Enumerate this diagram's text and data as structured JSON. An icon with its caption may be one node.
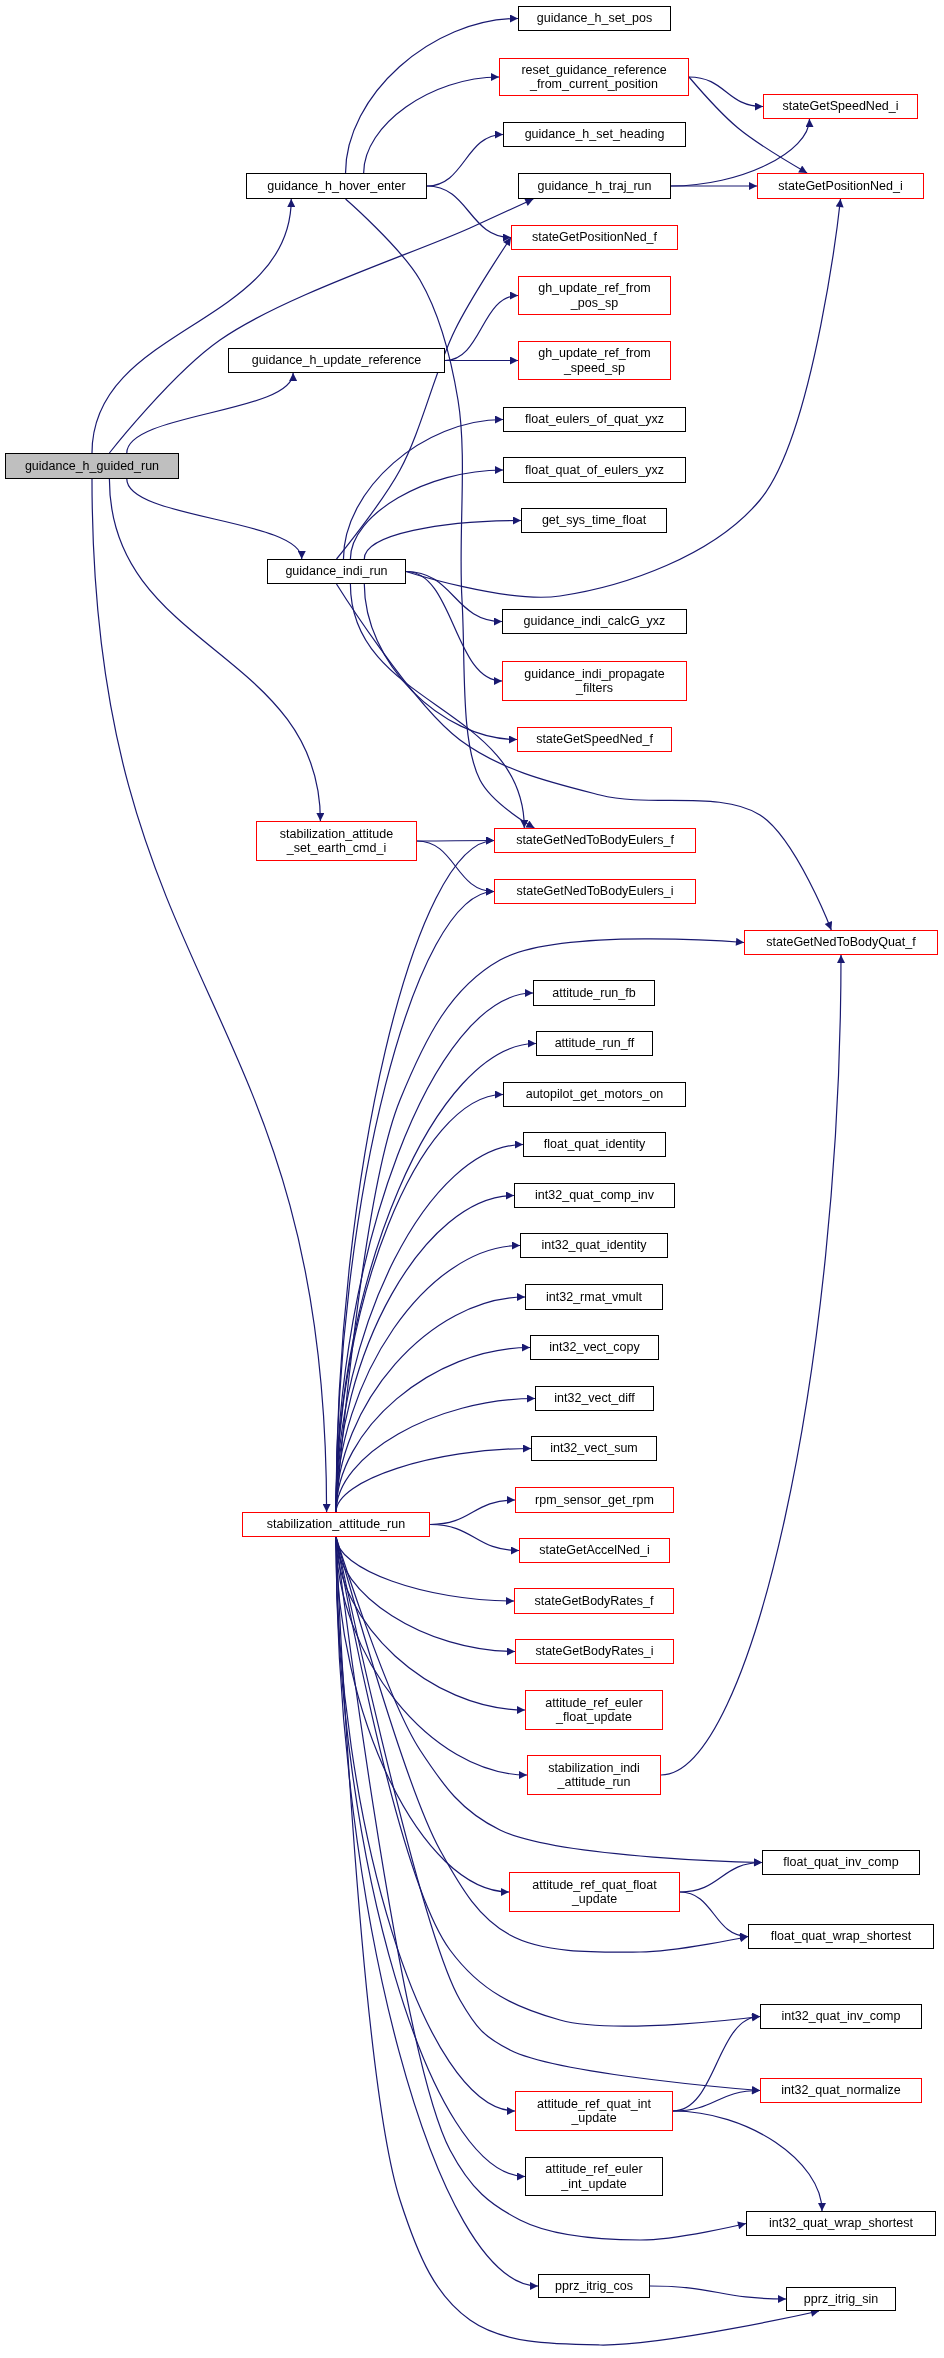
{
  "diagram": {
    "nodes": [
      {
        "text": [
          "guidance_h_guided_run"
        ]
      },
      {
        "text": [
          "guidance_h_hover_enter"
        ]
      },
      {
        "text": [
          "guidance_h_update_reference"
        ]
      },
      {
        "text": [
          "guidance_indi_run"
        ]
      },
      {
        "text": [
          "stabilization_attitude _set_earth_cmd_i"
        ]
      },
      {
        "text": [
          "stabilization_attitude_run"
        ]
      },
      {
        "text": [
          "guidance_h_set_pos"
        ]
      },
      {
        "text": [
          "reset_guidance_reference _from_current_position"
        ]
      },
      {
        "text": [
          "guidance_h_set_heading"
        ]
      },
      {
        "text": [
          "guidance_h_traj_run"
        ]
      },
      {
        "text": [
          "stateGetPositionNed_f"
        ]
      },
      {
        "text": [
          "gh_update_ref_from _pos_sp"
        ]
      },
      {
        "text": [
          "gh_update_ref_from _speed_sp"
        ]
      },
      {
        "text": [
          "float_eulers_of_quat_yxz"
        ]
      },
      {
        "text": [
          "float_quat_of_eulers_yxz"
        ]
      },
      {
        "text": [
          "get_sys_time_float"
        ]
      },
      {
        "text": [
          "guidance_indi_calcG_yxz"
        ]
      },
      {
        "text": [
          "guidance_indi_propagate _filters"
        ]
      },
      {
        "text": [
          "stateGetSpeedNed_f"
        ]
      },
      {
        "text": [
          "stateGetNedToBodyEulers_f"
        ]
      },
      {
        "text": [
          "stateGetNedToBodyEulers_i"
        ]
      },
      {
        "text": [
          "attitude_run_fb"
        ]
      },
      {
        "text": [
          "attitude_run_ff"
        ]
      },
      {
        "text": [
          "autopilot_get_motors_on"
        ]
      },
      {
        "text": [
          "float_quat_identity"
        ]
      },
      {
        "text": [
          "int32_quat_comp_inv"
        ]
      },
      {
        "text": [
          "int32_quat_identity"
        ]
      },
      {
        "text": [
          "int32_rmat_vmult"
        ]
      },
      {
        "text": [
          "int32_vect_copy"
        ]
      },
      {
        "text": [
          "int32_vect_diff"
        ]
      },
      {
        "text": [
          "int32_vect_sum"
        ]
      },
      {
        "text": [
          "rpm_sensor_get_rpm"
        ]
      },
      {
        "text": [
          "stateGetAccelNed_i"
        ]
      },
      {
        "text": [
          "stateGetBodyRates_f"
        ]
      },
      {
        "text": [
          "stateGetBodyRates_i"
        ]
      },
      {
        "text": [
          "attitude_ref_euler _float_update"
        ]
      },
      {
        "text": [
          "stabilization_indi _attitude_run"
        ]
      },
      {
        "text": [
          "attitude_ref_quat_float _update"
        ]
      },
      {
        "text": [
          "attitude_ref_quat_int _update"
        ]
      },
      {
        "text": [
          "attitude_ref_euler _int_update"
        ]
      },
      {
        "text": [
          "pprz_itrig_cos"
        ]
      },
      {
        "text": [
          "stateGetSpeedNed_i"
        ]
      },
      {
        "text": [
          "stateGetPositionNed_i"
        ]
      },
      {
        "text": [
          "stateGetNedToBodyQuat_f"
        ]
      },
      {
        "text": [
          "float_quat_inv_comp"
        ]
      },
      {
        "text": [
          "float_quat_wrap_shortest"
        ]
      },
      {
        "text": [
          "int32_quat_inv_comp"
        ]
      },
      {
        "text": [
          "int32_quat_normalize"
        ]
      },
      {
        "text": [
          "int32_quat_wrap_shortest"
        ]
      },
      {
        "text": [
          "pprz_itrig_sin"
        ]
      }
    ],
    "edges": [
      {
        "from": 0,
        "to": 1,
        "arrow": "to"
      },
      {
        "from": 0,
        "to": 9,
        "arrow": "to"
      },
      {
        "from": 0,
        "to": 2,
        "arrow": "to"
      },
      {
        "from": 0,
        "to": 3,
        "arrow": "to"
      },
      {
        "from": 0,
        "to": 4,
        "arrow": "to"
      },
      {
        "from": 0,
        "to": 5,
        "arrow": "to"
      },
      {
        "from": 1,
        "to": 6,
        "arrow": "to"
      },
      {
        "from": 1,
        "to": 7,
        "arrow": "to"
      },
      {
        "from": 1,
        "to": 8,
        "arrow": "to"
      },
      {
        "from": 1,
        "to": 10,
        "arrow": "to"
      },
      {
        "from": 1,
        "to": 19,
        "arrow": "to"
      },
      {
        "from": 7,
        "to": 41,
        "arrow": "to"
      },
      {
        "from": 7,
        "to": 42,
        "arrow": "to"
      },
      {
        "from": 9,
        "to": 41,
        "arrow": "to"
      },
      {
        "from": 9,
        "to": 42,
        "arrow": "to"
      },
      {
        "from": 2,
        "to": 11,
        "arrow": "to"
      },
      {
        "from": 2,
        "to": 12,
        "arrow": "to"
      },
      {
        "from": 3,
        "to": 10,
        "arrow": "to"
      },
      {
        "from": 3,
        "to": 13,
        "arrow": "to"
      },
      {
        "from": 3,
        "to": 14,
        "arrow": "to"
      },
      {
        "from": 3,
        "to": 15,
        "arrow": "to"
      },
      {
        "from": 3,
        "to": 42,
        "arrow": "to"
      },
      {
        "from": 3,
        "to": 16,
        "arrow": "to"
      },
      {
        "from": 3,
        "to": 17,
        "arrow": "to"
      },
      {
        "from": 3,
        "to": 18,
        "arrow": "to"
      },
      {
        "from": 3,
        "to": 19,
        "arrow": "to"
      },
      {
        "from": 3,
        "to": 43,
        "arrow": "to"
      },
      {
        "from": 4,
        "to": 19,
        "arrow": "to"
      },
      {
        "from": 4,
        "to": 20,
        "arrow": "to"
      },
      {
        "from": 5,
        "to": 19,
        "arrow": "to"
      },
      {
        "from": 5,
        "to": 20,
        "arrow": "to"
      },
      {
        "from": 5,
        "to": 43,
        "arrow": "to"
      },
      {
        "from": 5,
        "to": 21,
        "arrow": "to"
      },
      {
        "from": 5,
        "to": 22,
        "arrow": "to"
      },
      {
        "from": 5,
        "to": 23,
        "arrow": "to"
      },
      {
        "from": 5,
        "to": 24,
        "arrow": "to"
      },
      {
        "from": 5,
        "to": 25,
        "arrow": "to"
      },
      {
        "from": 5,
        "to": 26,
        "arrow": "to"
      },
      {
        "from": 5,
        "to": 27,
        "arrow": "to"
      },
      {
        "from": 5,
        "to": 28,
        "arrow": "to"
      },
      {
        "from": 5,
        "to": 29,
        "arrow": "to"
      },
      {
        "from": 5,
        "to": 30,
        "arrow": "to"
      },
      {
        "from": 5,
        "to": 31,
        "arrow": "to"
      },
      {
        "from": 5,
        "to": 32,
        "arrow": "to"
      },
      {
        "from": 5,
        "to": 33,
        "arrow": "to"
      },
      {
        "from": 5,
        "to": 34,
        "arrow": "to"
      },
      {
        "from": 5,
        "to": 35,
        "arrow": "to"
      },
      {
        "from": 5,
        "to": 36,
        "arrow": "to"
      },
      {
        "from": 5,
        "to": 44,
        "arrow": "to"
      },
      {
        "from": 5,
        "to": 37,
        "arrow": "to"
      },
      {
        "from": 5,
        "to": 45,
        "arrow": "to"
      },
      {
        "from": 5,
        "to": 46,
        "arrow": "to"
      },
      {
        "from": 5,
        "to": 47,
        "arrow": "to"
      },
      {
        "from": 5,
        "to": 38,
        "arrow": "to"
      },
      {
        "from": 5,
        "to": 39,
        "arrow": "to"
      },
      {
        "from": 5,
        "to": 48,
        "arrow": "to"
      },
      {
        "from": 5,
        "to": 40,
        "arrow": "to"
      },
      {
        "from": 5,
        "to": 49,
        "arrow": "to"
      },
      {
        "from": 36,
        "to": 43,
        "arrow": "to"
      },
      {
        "from": 37,
        "to": 44,
        "arrow": "to"
      },
      {
        "from": 37,
        "to": 45,
        "arrow": "to"
      },
      {
        "from": 38,
        "to": 46,
        "arrow": "to"
      },
      {
        "from": 38,
        "to": 47,
        "arrow": "to"
      },
      {
        "from": 38,
        "to": 48,
        "arrow": "to"
      },
      {
        "from": 40,
        "to": 49,
        "arrow": "to"
      }
    ]
  }
}
